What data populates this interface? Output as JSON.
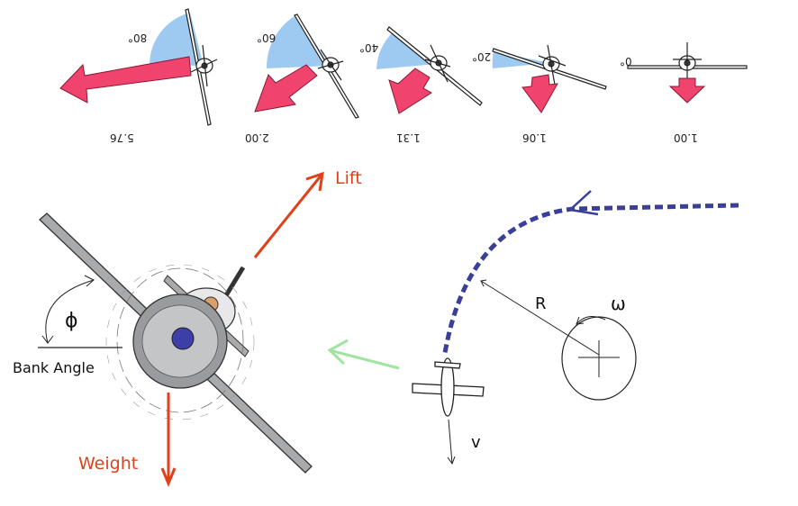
{
  "bank_sequence": [
    {
      "angle_label": "0°",
      "factor_label": "1.00"
    },
    {
      "angle_label": "20°",
      "factor_label": "1.06"
    },
    {
      "angle_label": "40°",
      "factor_label": "1.31"
    },
    {
      "angle_label": "60°",
      "factor_label": "2.00"
    },
    {
      "angle_label": "80°",
      "factor_label": "5.76"
    }
  ],
  "labels": {
    "lift": "Lift",
    "weight": "Weight",
    "phi": "ϕ",
    "bank_angle": "Bank Angle",
    "radius": "R",
    "omega": "ω",
    "velocity": "v"
  },
  "colors": {
    "load_arrow": "#f0446f",
    "bank_wedge": "#9ecaf2",
    "lift_weight": "#e0401a",
    "turn_path": "#3a3f9a",
    "centripetal": "#9fe59f"
  }
}
